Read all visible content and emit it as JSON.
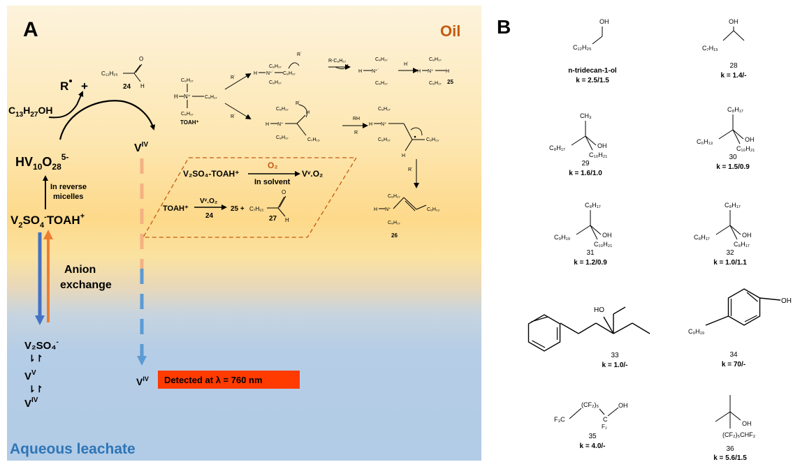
{
  "panel_a": {
    "label": "A",
    "oil_label": "Oil",
    "aqueous_label": "Aqueous leachate",
    "radical": "R",
    "plus": "+",
    "aldehyde_chain": "C₁₂H₂₅",
    "aldehyde_id": "24",
    "c13_reagent": "C",
    "c13_sub": "13",
    "c13_h": "H",
    "c13_h_sub": "27",
    "c13_oh": "OH",
    "hv_label": "HV",
    "hv_sub10": "10",
    "hv_o": "O",
    "hv_sub28": "28",
    "hv_charge": "5-",
    "reverse_micelles_1": "In reverse",
    "reverse_micelles_2": "micelles",
    "v2so4": "V",
    "v2so4_sub": "2",
    "v2so4_so": "SO",
    "v2so4_sub4": "4",
    "v2so4_minus": "-",
    "v2so4_toah": "TOAH",
    "v2so4_plus": "+",
    "anion_exchange_1": "Anion",
    "anion_exchange_2": "exchange",
    "viv_top_v": "V",
    "viv_top_sup": "IV",
    "viv_bottom_v": "V",
    "viv_bottom_sup": "IV",
    "detected_text": "Detected at λ = 760 nm",
    "detected_color": "#ff3b00",
    "aq_species": [
      {
        "main": "V₂SO₄",
        "sup": "-"
      },
      {
        "main": "V",
        "sup": "V"
      },
      {
        "main": "V",
        "sup": "IV"
      }
    ],
    "eq_arrow": "⇂↾",
    "box_reaction1_left": "V₂SO₄-TOAH⁺",
    "box_o2": "O₂",
    "box_in_solvent": "In solvent",
    "box_reaction1_right": "Vᵛ.O₂",
    "box_toah": "TOAH⁺",
    "box_vvo2": "Vᵛ.O₂",
    "box_24": "24",
    "box_25_plus": "25 +",
    "box_c7h15": "C₇H₁₅",
    "box_27": "27",
    "toah_label": "TOAH⁺",
    "toah_n": "N⁺",
    "h": "H",
    "c8": "C₈H₁₇",
    "c7": "C₇H₁₅",
    "c6": "C₆H₁₃",
    "rdot": "R˙",
    "r_c8": "R-C₈H₁₇",
    "hdot": "H˙",
    "rh": "RH",
    "n_plus": "N⁺",
    "n_dot": "N⁺˙",
    "id_25": "25",
    "id_26": "26",
    "arrow_down_color": "#4472c4",
    "arrow_up_color": "#ed7d31",
    "dashed_top_color": "#f4b183",
    "dashed_bottom_color": "#5b9bd5",
    "box_border_color": "#c55a11",
    "oil_color": "#c55a11",
    "aqueous_color": "#2e75b6"
  },
  "panel_b": {
    "label": "B",
    "compounds": [
      {
        "id": "n-tridecan-1-ol",
        "k": "k = 2.5/1.5",
        "substituent": "C₁₂H₂₅",
        "oh": "OH"
      },
      {
        "id": "28",
        "k": "k = 1.4/-",
        "substituent": "C₇H₁₅",
        "oh": "OH"
      },
      {
        "id": "29",
        "k": "k = 1.6/1.0",
        "top": "CH₃",
        "left": "C₈H₁₇",
        "bottom": "C₁₀H₂₁",
        "oh": "OH"
      },
      {
        "id": "30",
        "k": "k = 1.5/0.9",
        "top": "C₈H₁₇",
        "left": "C₆H₁₃",
        "bottom": "C₁₀H₂₁",
        "oh": "OH"
      },
      {
        "id": "31",
        "k": "k = 1.2/0.9",
        "top": "C₈H₁₇",
        "left": "C₉H₁₉",
        "bottom": "C₁₀H₂₁",
        "oh": "OH"
      },
      {
        "id": "32",
        "k": "k = 1.0/1.1",
        "top": "C₈H₁₇",
        "left": "C₈H₁₇",
        "bottom": "C₈H₁₇",
        "oh": "OH"
      },
      {
        "id": "33",
        "k": "k = 1.0/-",
        "oh": "HO"
      },
      {
        "id": "34",
        "k": "k = 70/-",
        "substituent": "C₉H₁₉",
        "oh": "OH"
      },
      {
        "id": "35",
        "k": "k = 4.0/-",
        "left": "F₃C",
        "cf2": "(CF₂)₅",
        "c": "C",
        "f2": "F₂",
        "oh": "OH"
      },
      {
        "id": "36",
        "k": "k = 5.6/1.5",
        "oh": "OH",
        "chain": "(CF₂)₅CHF₂"
      }
    ]
  }
}
